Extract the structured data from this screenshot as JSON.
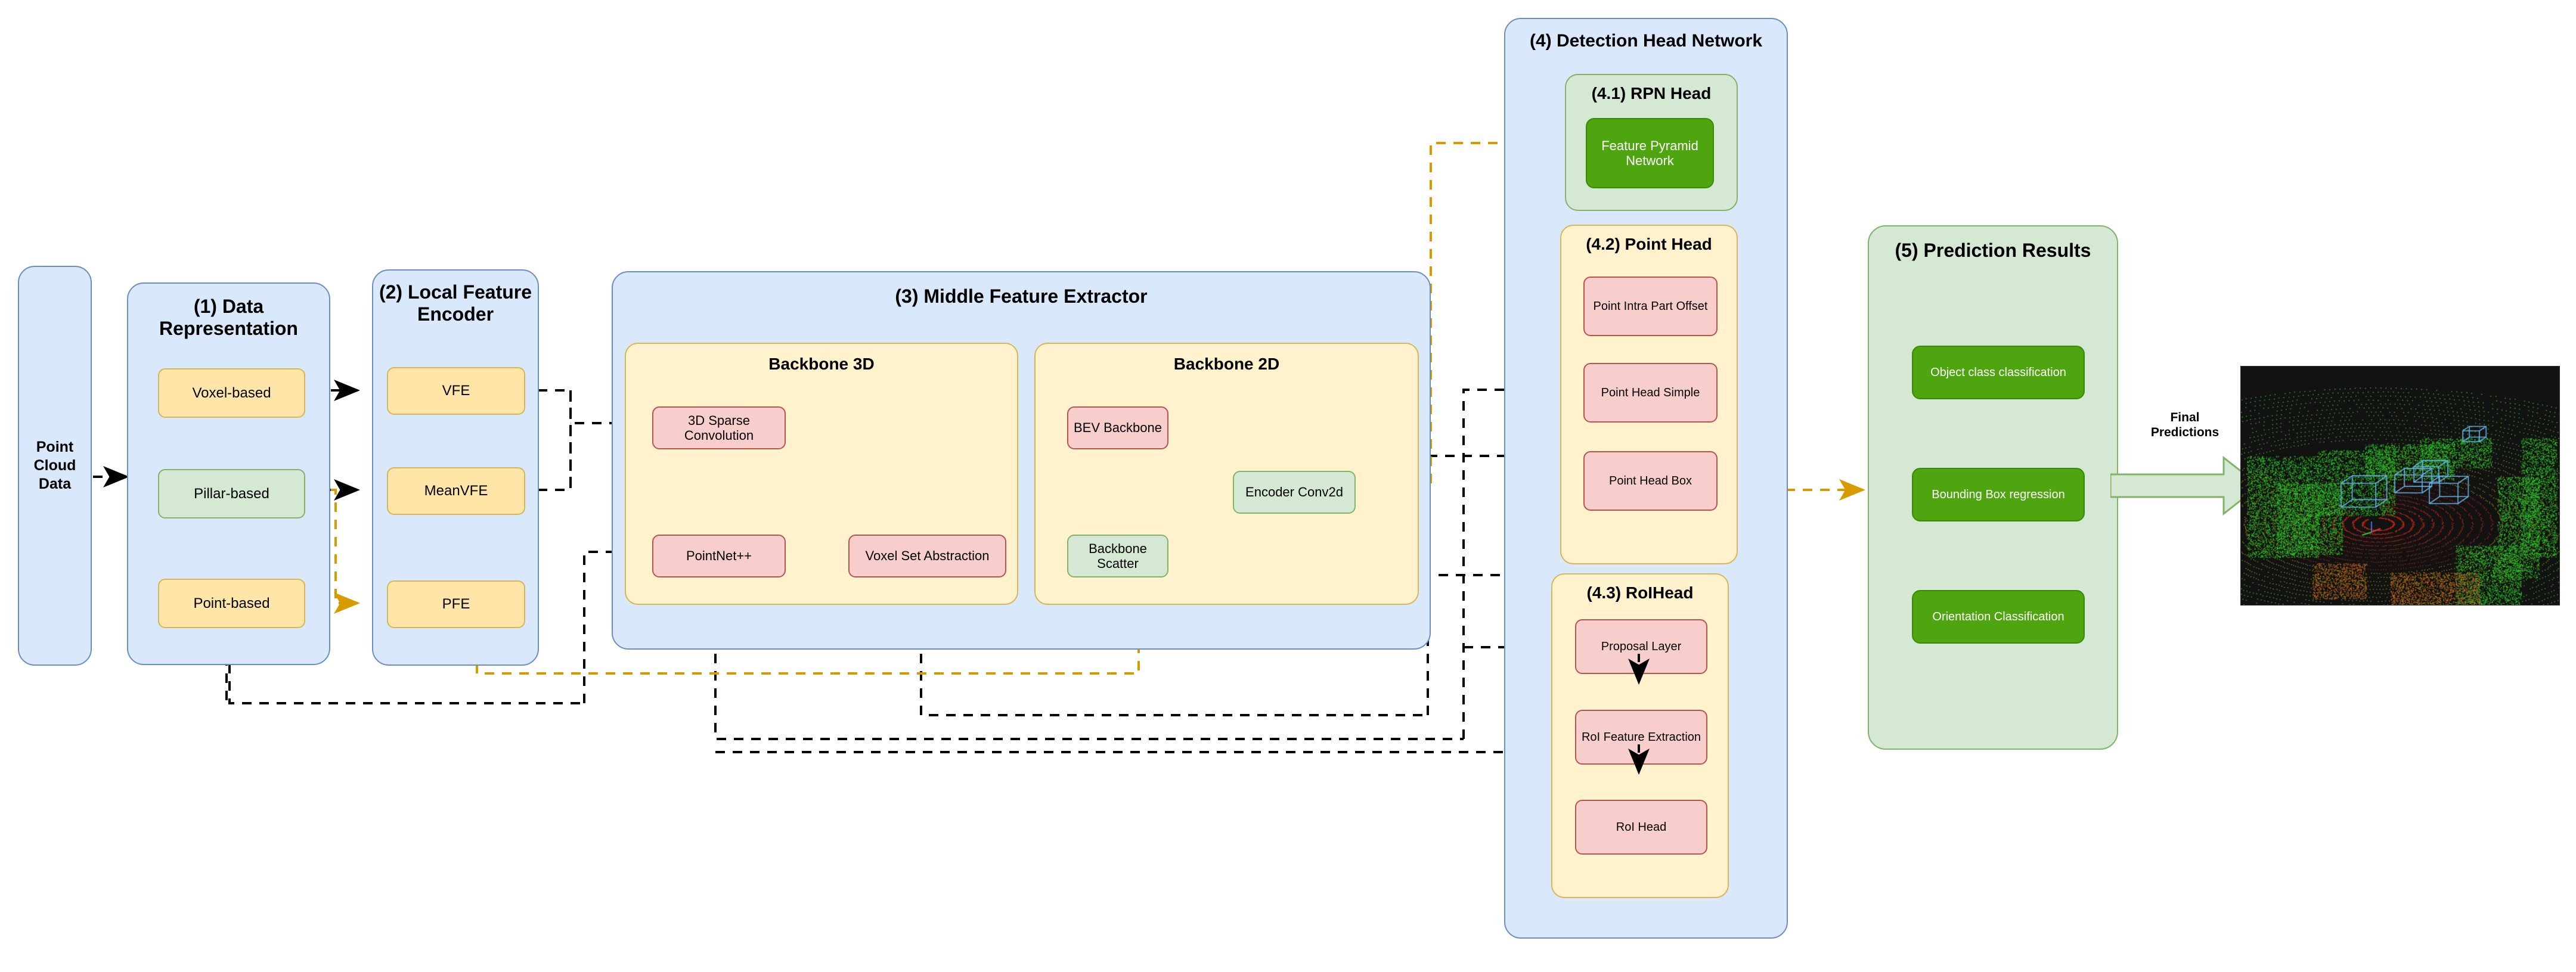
{
  "input": {
    "label": "Point Cloud Data"
  },
  "sections": {
    "data_representation": {
      "title": "(1) Data Representation",
      "items": [
        {
          "label": "Voxel-based",
          "style": "yellow"
        },
        {
          "label": "Pillar-based",
          "style": "green"
        },
        {
          "label": "Point-based",
          "style": "yellow"
        }
      ]
    },
    "local_feature_encoder": {
      "title": "(2) Local Feature Encoder",
      "items": [
        {
          "label": "VFE",
          "style": "yellow"
        },
        {
          "label": "MeanVFE",
          "style": "yellow"
        },
        {
          "label": "PFE",
          "style": "yellow"
        }
      ]
    },
    "middle_feature_extractor": {
      "title": "(3) Middle Feature Extractor",
      "backbone_3d": {
        "title": "Backbone 3D",
        "items": [
          {
            "label": "3D Sparse Convolution",
            "style": "red"
          },
          {
            "label": "PointNet++",
            "style": "red"
          },
          {
            "label": "Voxel Set Abstraction",
            "style": "red"
          }
        ]
      },
      "backbone_2d": {
        "title": "Backbone 2D",
        "items": [
          {
            "label": "BEV Backbone",
            "style": "red"
          },
          {
            "label": "Encoder Conv2d",
            "style": "green"
          },
          {
            "label": "Backbone Scatter",
            "style": "green"
          }
        ]
      }
    },
    "detection_head_network": {
      "title": "(4) Detection Head Network",
      "rpn_head": {
        "title": "(4.1) RPN Head",
        "items": [
          {
            "label": "Feature Pyramid Network",
            "style": "darkgreen"
          }
        ]
      },
      "point_head": {
        "title": "(4.2) Point Head",
        "items": [
          {
            "label": "Point Intra Part Offset",
            "style": "red"
          },
          {
            "label": "Point Head Simple",
            "style": "red"
          },
          {
            "label": "Point Head Box",
            "style": "red"
          }
        ]
      },
      "roi_head": {
        "title": "(4.3) RoIHead",
        "items": [
          {
            "label": "Proposal Layer",
            "style": "red"
          },
          {
            "label": "RoI Feature Extraction",
            "style": "red"
          },
          {
            "label": "RoI Head",
            "style": "red"
          }
        ]
      }
    },
    "prediction_results": {
      "title": "(5) Prediction Results",
      "items": [
        {
          "label": "Object class classification",
          "style": "darkgreen"
        },
        {
          "label": "Bounding Box regression",
          "style": "darkgreen"
        },
        {
          "label": "Orientation Classification",
          "style": "darkgreen"
        }
      ]
    }
  },
  "final_arrow": {
    "label": "Final\nPredictions"
  },
  "output_visual": {
    "name": "lidar-point-cloud-with-3d-boxes",
    "box_color": "#69b3e7"
  },
  "colors": {
    "container_blue_fill": "#dae8fc",
    "container_blue_stroke": "#6c8ebf",
    "container_green_fill": "#d5e8d4",
    "container_green_stroke": "#82b366",
    "container_yellow_fill": "#fff2cc",
    "container_yellow_stroke": "#d6b656",
    "node_yellow_fill": "#ffe6a8",
    "node_red_fill": "#f8cecc",
    "node_red_stroke": "#b85450",
    "node_darkgreen_fill": "#4ea50f",
    "edge_black": "#000000",
    "edge_orange": "#d79b00"
  }
}
